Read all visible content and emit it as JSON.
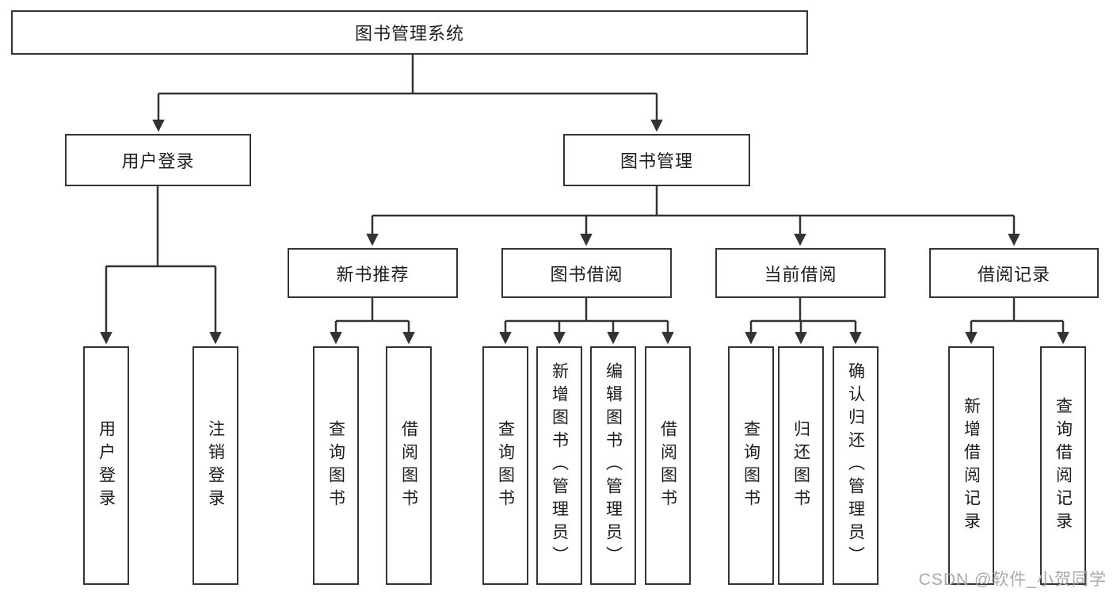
{
  "tree": {
    "root": {
      "label": "图书管理系统"
    },
    "children": [
      {
        "label": "用户登录",
        "children": [
          {
            "label": "用户登录"
          },
          {
            "label": "注销登录"
          }
        ]
      },
      {
        "label": "图书管理",
        "children": [
          {
            "label": "新书推荐",
            "children": [
              {
                "label": "查询图书"
              },
              {
                "label": "借阅图书"
              }
            ]
          },
          {
            "label": "图书借阅",
            "children": [
              {
                "label": "查询图书"
              },
              {
                "label": "新增图书（管理员）"
              },
              {
                "label": "编辑图书（管理员）"
              },
              {
                "label": "借阅图书"
              }
            ]
          },
          {
            "label": "当前借阅",
            "children": [
              {
                "label": "查询图书"
              },
              {
                "label": "归还图书"
              },
              {
                "label": "确认归还（管理员）"
              }
            ]
          },
          {
            "label": "借阅记录",
            "children": [
              {
                "label": "新增借阅记录"
              },
              {
                "label": "查询借阅记录"
              }
            ]
          }
        ]
      }
    ]
  },
  "watermark": {
    "text": "CSDN @软件_小贺同学"
  },
  "colors": {
    "line": "#333333",
    "box_border": "#343434",
    "text": "#1c1c1c",
    "watermark": "#a9a9a9",
    "background": "#ffffff"
  }
}
